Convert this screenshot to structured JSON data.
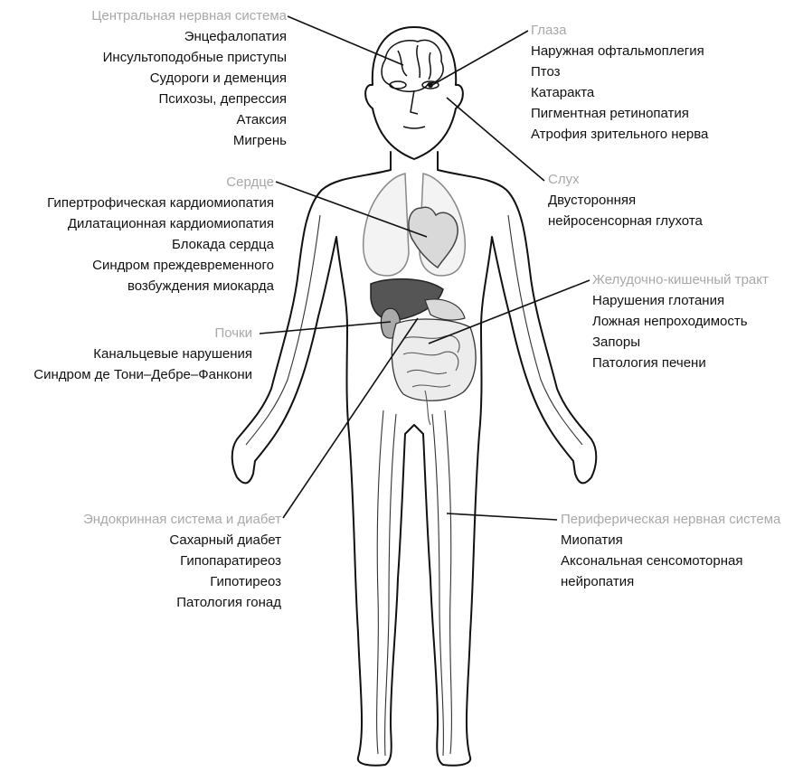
{
  "groups": {
    "cns": {
      "title": "Центральная нервная система",
      "items": [
        "Энцефалопатия",
        "Инсультоподобные приступы",
        "Судороги и деменция",
        "Психозы, депрессия",
        "Атаксия",
        "Мигрень"
      ]
    },
    "heart": {
      "title": "Сердце",
      "items": [
        "Гипертрофическая кардиомиопатия",
        "Дилатационная кардиомиопатия",
        "Блокада сердца",
        "Синдром преждевременного",
        "возбуждения миокарда"
      ]
    },
    "kidney": {
      "title": "Почки",
      "items": [
        "Канальцевые нарушения",
        "Синдром де Тони–Дебре–Фанкони"
      ]
    },
    "endo": {
      "title": "Эндокринная система и диабет",
      "items": [
        "Сахарный диабет",
        "Гипопаратиреоз",
        "Гипотиреоз",
        "Патология гонад"
      ]
    },
    "eyes": {
      "title": "Глаза",
      "items": [
        "Наружная офтальмоплегия",
        "Птоз",
        "Катаракта",
        "Пигментная ретинопатия",
        "Атрофия зрительного нерва"
      ]
    },
    "ear": {
      "title": "Слух",
      "items": [
        "Двусторонняя",
        "нейросенсорная глухота"
      ]
    },
    "gi": {
      "title": "Желудочно-кишечный тракт",
      "items": [
        "Нарушения глотания",
        "Ложная непроходимость",
        "Запоры",
        "Патология печени"
      ]
    },
    "pns": {
      "title": "Периферическая нервная система",
      "items": [
        "Миопатия",
        "Аксональная сенсомоторная",
        "нейропатия"
      ]
    }
  },
  "colors": {
    "title": "#a8a8a8",
    "text": "#111111",
    "organ_dark": "#555555",
    "organ_light": "#d9d9d9"
  }
}
